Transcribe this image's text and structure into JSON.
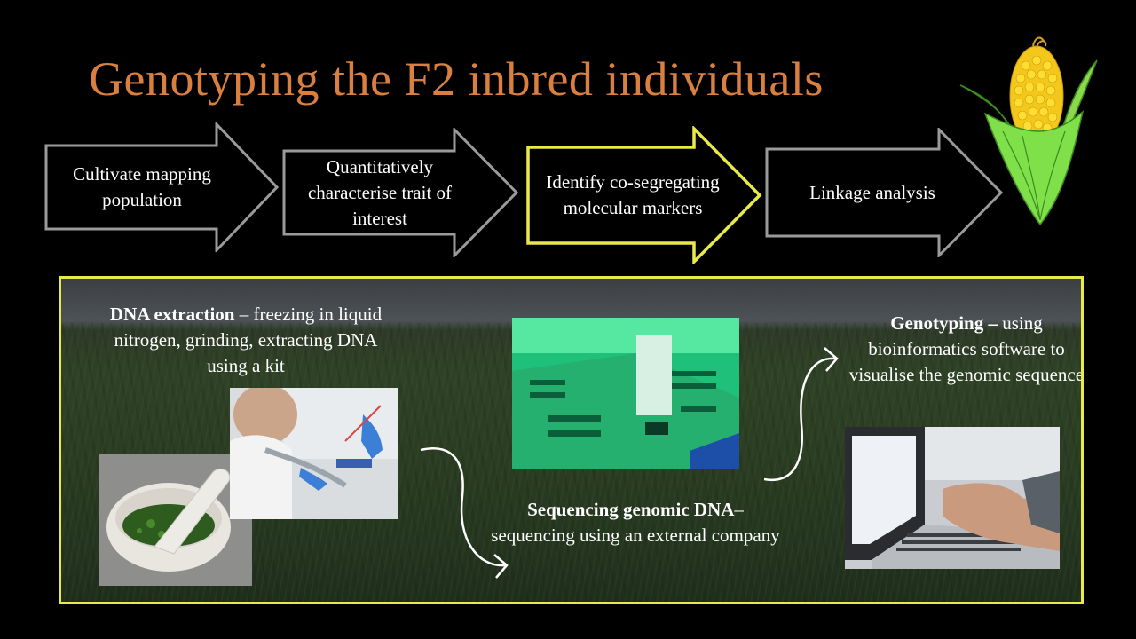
{
  "title": "Genotyping the F2 inbred individuals",
  "steps": [
    {
      "label": "Cultivate mapping population"
    },
    {
      "label": "Quantitatively characterise trait of interest"
    },
    {
      "label": "Identify co-segregating molecular markers"
    },
    {
      "label": "Linkage analysis"
    }
  ],
  "colors": {
    "title": "#d98040",
    "arrow_outline": "#9a9a9a",
    "highlight": "#e9e94a"
  },
  "panel": {
    "dna_extraction": {
      "bold": "DNA extraction",
      "rest": " – freezing in liquid nitrogen, grinding, extracting DNA using a kit"
    },
    "sequencing": {
      "bold": "Sequencing genomic DNA",
      "rest": "– sequencing using an external company"
    },
    "genotyping": {
      "bold": "Genotyping –",
      "rest": " using bioinformatics software to visualise the genomic sequence"
    }
  }
}
